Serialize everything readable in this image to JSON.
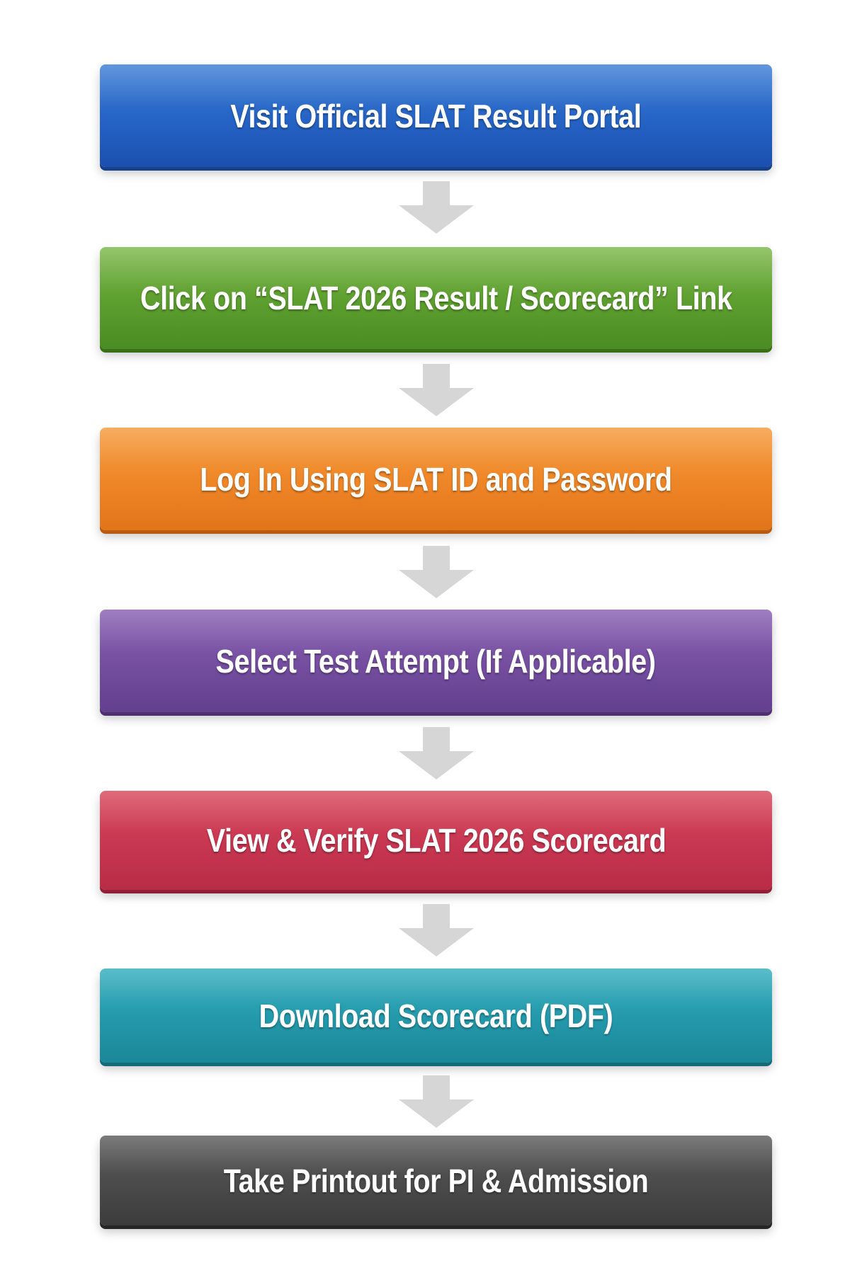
{
  "steps": [
    {
      "label": "Visit Official SLAT Result Portal",
      "colors": {
        "top": "#3f7fd6",
        "mid": "#2563c4",
        "bot": "#1b4fae",
        "edge": "#163f8c"
      }
    },
    {
      "label": "Click on “SLAT 2026 Result / Scorecard” Link",
      "colors": {
        "top": "#7cb84c",
        "mid": "#5c9e2e",
        "bot": "#4a8c22",
        "edge": "#3a6f19"
      }
    },
    {
      "label": "Log In Using SLAT ID and Password",
      "colors": {
        "top": "#f59a3c",
        "mid": "#ee8526",
        "bot": "#e2741a",
        "edge": "#b85a10"
      }
    },
    {
      "label": "Select Test Attempt (If Applicable)",
      "colors": {
        "top": "#8a62b3",
        "mid": "#744d9f",
        "bot": "#633f8e",
        "edge": "#4d2f72"
      }
    },
    {
      "label": "View & Verify SLAT 2026 Scorecard",
      "colors": {
        "top": "#d84a5e",
        "mid": "#c73650",
        "bot": "#b92c46",
        "edge": "#911f35"
      }
    },
    {
      "label": "Download Scorecard (PDF)",
      "colors": {
        "top": "#35aebe",
        "mid": "#2398aa",
        "bot": "#1b8798",
        "edge": "#136a78"
      }
    },
    {
      "label": "Take Printout for PI & Admission",
      "colors": {
        "top": "#5e5e5e",
        "mid": "#4a4a4a",
        "bot": "#3c3c3c",
        "edge": "#262626"
      }
    }
  ],
  "arrow_color": "#d6d6d6"
}
